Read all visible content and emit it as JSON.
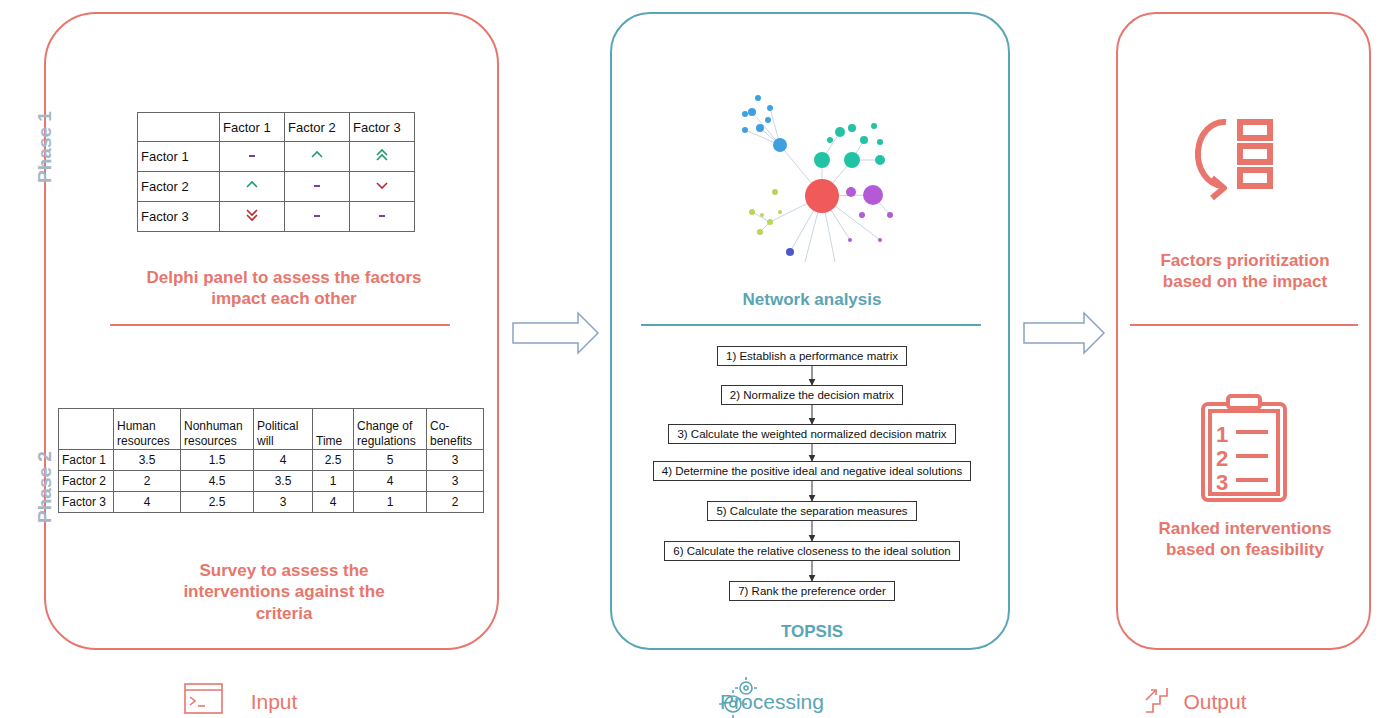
{
  "diagram": {
    "nodes": [
      {
        "text": [
          "Delphi panel to assess the factors impact each other",
          "Survey to assess the interventions against the criteria",
          "Input"
        ]
      },
      {
        "text": [
          "Network analysis",
          "TOPSIS",
          "Processing"
        ]
      },
      {
        "text": [
          "1) Establish a performance matrix"
        ],
        "in": 1
      },
      {
        "text": [
          "2) Normalize the decision matrix"
        ],
        "in": 1
      },
      {
        "text": [
          "3) Calculate the weighted normalized decision matrix"
        ],
        "in": 1
      },
      {
        "text": [
          "4) Determine the positive ideal and negative ideal solutions"
        ],
        "in": 1
      },
      {
        "text": [
          "5) Calculate the separation measures"
        ],
        "in": 1
      },
      {
        "text": [
          "6) Calculate the relative closeness to the ideal solution"
        ],
        "in": 1
      },
      {
        "text": [
          "7) Rank the preference order"
        ],
        "in": 1
      },
      {
        "text": [
          "Factors prioritization based on the impact",
          "Ranked interventions based on feasibility",
          "Output"
        ]
      }
    ],
    "edges": [
      {
        "from": 0,
        "to": 1,
        "arrow": "to"
      },
      {
        "from": 1,
        "to": 9,
        "arrow": "to"
      },
      {
        "from": 2,
        "to": 3,
        "arrow": "to"
      },
      {
        "from": 3,
        "to": 4,
        "arrow": "to"
      },
      {
        "from": 4,
        "to": 5,
        "arrow": "to"
      },
      {
        "from": 5,
        "to": 6,
        "arrow": "to"
      },
      {
        "from": 6,
        "to": 7,
        "arrow": "to"
      },
      {
        "from": 7,
        "to": 8,
        "arrow": "to"
      }
    ],
    "labels": [
      "Phase 1",
      "Phase 2",
      "Factor 1",
      "Factor 2",
      "Factor 3",
      "Factor 1",
      "Factor 2",
      "Factor 3",
      "Human resources",
      "Nonhuman resources",
      "Political will",
      "Time",
      "Change of regulations",
      "Co-benefits",
      "Factor 1",
      "3.5",
      "1.5",
      "4",
      "2.5",
      "5",
      "3",
      "Factor 2",
      "2",
      "4.5",
      "3.5",
      "1",
      "4",
      "3",
      "Factor 3",
      "4",
      "2.5",
      "3",
      "4",
      "1",
      "2",
      "1",
      "2",
      "3"
    ]
  }
}
